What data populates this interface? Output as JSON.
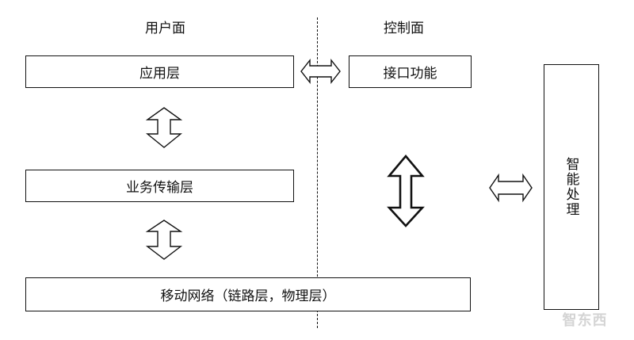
{
  "headers": {
    "user_plane": "用户面",
    "control_plane": "控制面"
  },
  "user_plane_layers": {
    "application": "应用层",
    "service_transport": "业务传输层",
    "mobile_network": "移动网络（链路层，物理层）"
  },
  "control_plane": {
    "interface": "接口功能"
  },
  "side_box": {
    "label": "智能处理"
  },
  "watermark": {
    "text": "智东西"
  },
  "colors": {
    "stroke": "#111111",
    "background": "#ffffff",
    "watermark": "#d4d4d4"
  }
}
